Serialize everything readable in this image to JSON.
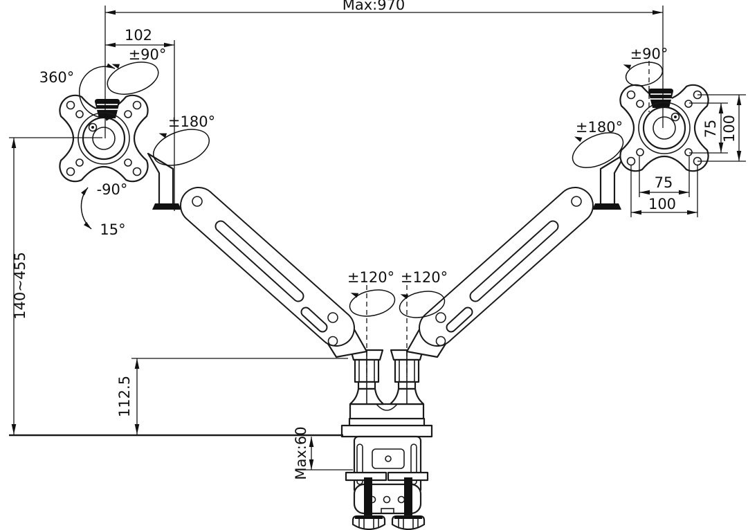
{
  "drawing": {
    "top": {
      "max_width": "Max:970",
      "arm_offset": "102"
    },
    "left_plate": {
      "rotation": "360°",
      "swivel": "±90°",
      "arm_swivel": "±180°",
      "tilt_up": "-90°",
      "tilt_down": "15°"
    },
    "left_dims": {
      "height_range": "140~455",
      "pole_height": "112.5",
      "desk_thickness": "Max:60"
    },
    "center": {
      "swivel_left": "±120°",
      "swivel_right": "±120°"
    },
    "right_plate": {
      "swivel": "±90°",
      "arm_swivel": "±180°"
    },
    "vesa": {
      "v75": "75",
      "v100": "100",
      "h75": "75",
      "h100": "100"
    }
  }
}
